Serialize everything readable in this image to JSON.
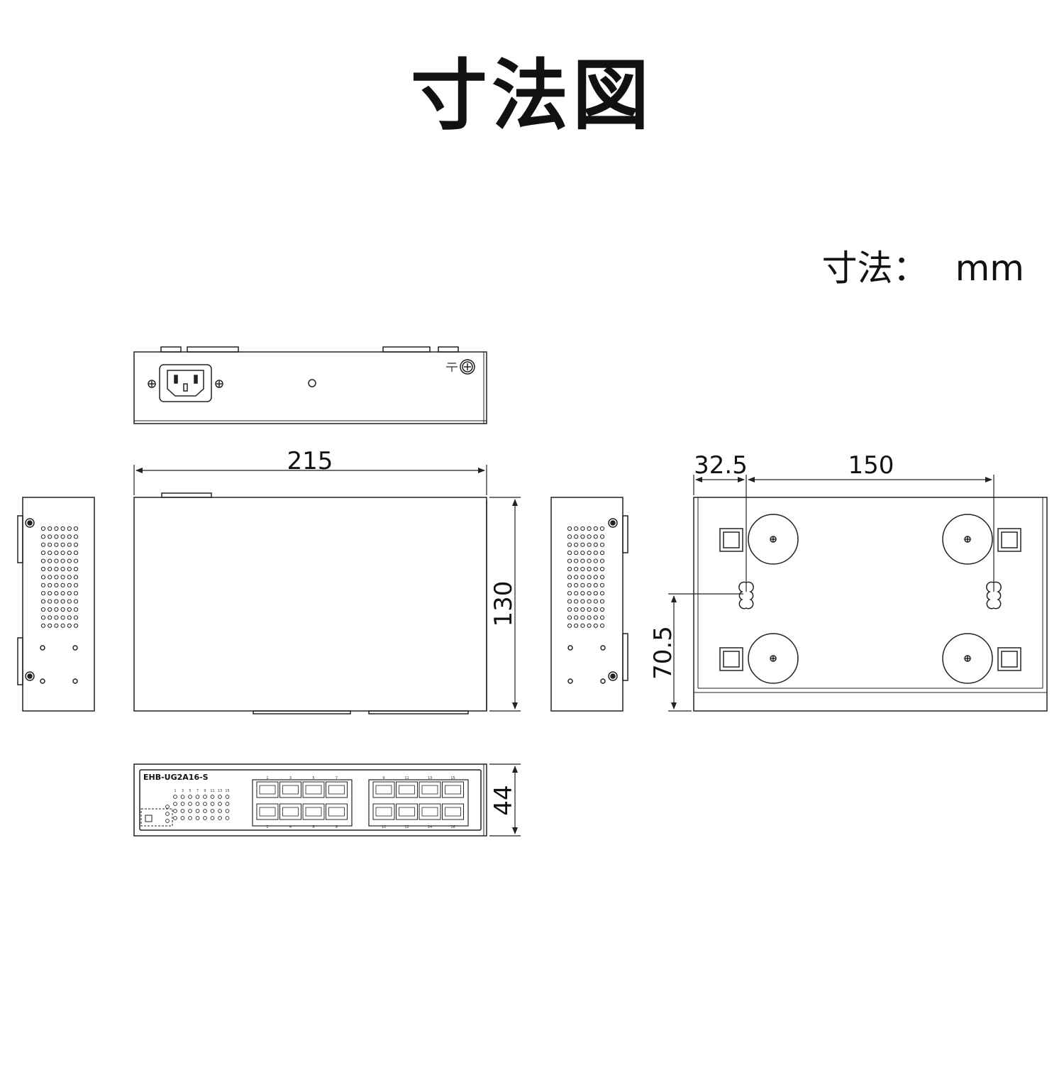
{
  "title": "寸法図",
  "unit": {
    "label": "寸法：",
    "value": "mm"
  },
  "dimensions": {
    "width": "215",
    "depth": "130",
    "height": "44",
    "hole_offset_x": "32.5",
    "hole_pitch": "150",
    "hole_offset_y": "70.5"
  },
  "model_name": "EHB-UG2A16-S",
  "port_numbers_top": [
    "1",
    "3",
    "5",
    "7",
    "9",
    "11",
    "13",
    "15"
  ],
  "port_numbers_bottom": [
    "2",
    "4",
    "6",
    "8",
    "10",
    "12",
    "14",
    "16"
  ],
  "led_numbers": [
    "1",
    "3",
    "5",
    "7",
    "9",
    "11",
    "13",
    "15"
  ],
  "colors": {
    "line": "#222222",
    "background": "#ffffff"
  }
}
